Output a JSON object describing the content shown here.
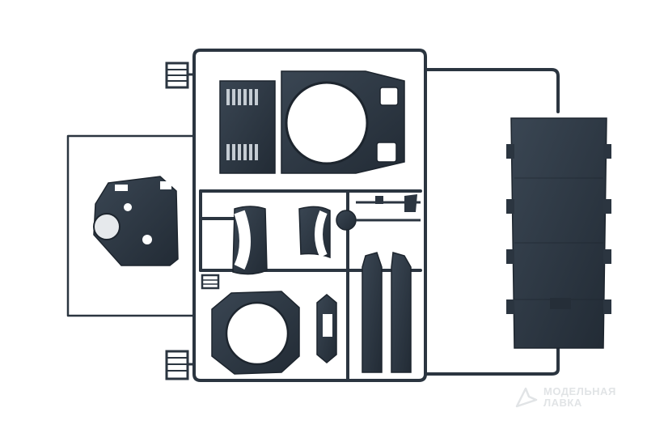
{
  "photo": {
    "subject": "sprue",
    "colors": {
      "plastic": "#2b3540",
      "plastic_dark": "#1d252e",
      "plastic_light": "#3c4855",
      "background": "#ffffff",
      "watermark": "#c9ced3"
    }
  },
  "watermark": {
    "line1": "МОДЕЛЬНАЯ",
    "line2": "ЛАВКА",
    "icon": "arrow-logo-icon"
  }
}
